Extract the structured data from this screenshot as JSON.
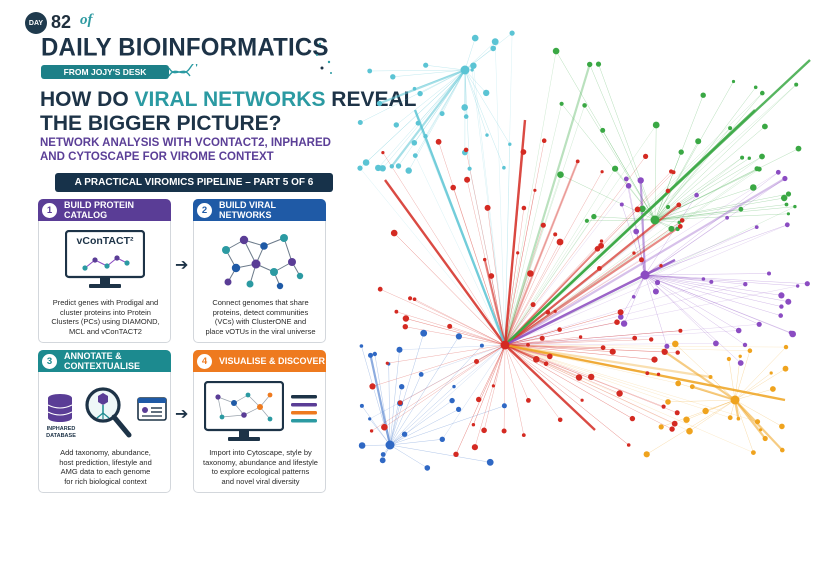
{
  "header": {
    "day_badge": "DAY",
    "day_number": "82",
    "day_of": "of",
    "series_title": "DAILY BIOINFORMATICS",
    "desk_label": "FROM JOJY'S DESK",
    "title_pre": "HOW DO ",
    "title_highlight": "VIRAL NETWORKS",
    "title_post": " REVEAL",
    "title_line2": "THE BIGGER PICTURE?",
    "subtitle_line1": "NETWORK ANALYSIS WITH VCONTACT2, INPHARED",
    "subtitle_line2": "AND CYTOSCAPE FOR VIROME CONTEXT",
    "pipeline_label": "A PRACTICAL VIROMICS PIPELINE – PART 5 OF 6"
  },
  "steps": [
    {
      "num": "1",
      "title": "BUILD PROTEIN CATALOG",
      "color": "#5a3d96",
      "monitor_text": "vConTACT²",
      "text": [
        "Predict genes with Prodigal and",
        "cluster proteins into Protein",
        "Clusters (PCs) using DIAMOND,",
        "MCL and vConTACT2"
      ]
    },
    {
      "num": "2",
      "title": "BUILD VIRAL NETWORKS",
      "color": "#1f5aa6",
      "text": [
        "Connect genomes that share",
        "proteins, detect communities",
        "(VCs) with ClusterONE and",
        "place vOTUs in the viral universe"
      ]
    },
    {
      "num": "3",
      "title": "ANNOTATE & CONTEXTUALISE",
      "color": "#1c8a8f",
      "db_label_1": "INPHARED",
      "db_label_2": "DATABASE",
      "text": [
        "Add taxonomy, abundance,",
        "host prediction, lifestyle and",
        "AMG data to each genome",
        "for rich biological context"
      ]
    },
    {
      "num": "4",
      "title": "VISUALISE & DISCOVER",
      "color": "#ee7a1f",
      "text": [
        "Import into Cytoscape, style by",
        "taxonomy, abundance and lifestyle",
        "to explore ecological patterns",
        "and novel viral diversity"
      ]
    }
  ],
  "colors": {
    "network_red": "#d42a22",
    "network_green": "#3aa844",
    "network_cyan": "#5bc4d4",
    "network_purple": "#8b4cc2",
    "network_blue": "#2f68c4",
    "network_orange": "#efa31e"
  }
}
